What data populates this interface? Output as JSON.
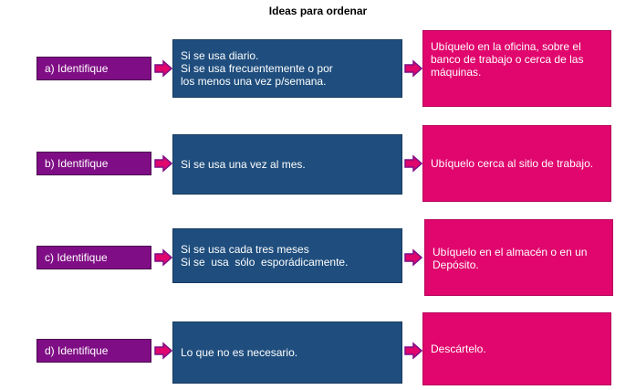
{
  "title": "Ideas para ordenar",
  "colors": {
    "label_bg": "#7f0d85",
    "middle_bg": "#1f4e7e",
    "right_bg": "#e0066d",
    "arrow_fill": "#e0066d",
    "arrow_stroke": "#7f0d85"
  },
  "rows": [
    {
      "label": "a) Identifique",
      "condition_lines": [
        "Si se usa diario.",
        "Si se usa frecuentemente o por",
        "los menos una vez p/semana."
      ],
      "action_lines": [
        "Ubíquelo en la oficina, sobre el",
        "banco de trabajo o cerca de las",
        "máquinas."
      ]
    },
    {
      "label": "b) Identifique",
      "condition_lines": [
        "Si se usa una vez al mes."
      ],
      "action_lines": [
        "Ubíquelo cerca al sitio de trabajo."
      ]
    },
    {
      "label": "c) Identifique",
      "condition_lines": [
        "Si se usa cada tres meses",
        "Si se  usa  sólo  esporádicamente."
      ],
      "action_lines": [
        "Ubíquelo en el almacén o en un",
        "Depósito."
      ]
    },
    {
      "label": "d) Identifique",
      "condition_lines": [
        "Lo que no es necesario."
      ],
      "action_lines": [
        "Descártelo."
      ]
    }
  ]
}
